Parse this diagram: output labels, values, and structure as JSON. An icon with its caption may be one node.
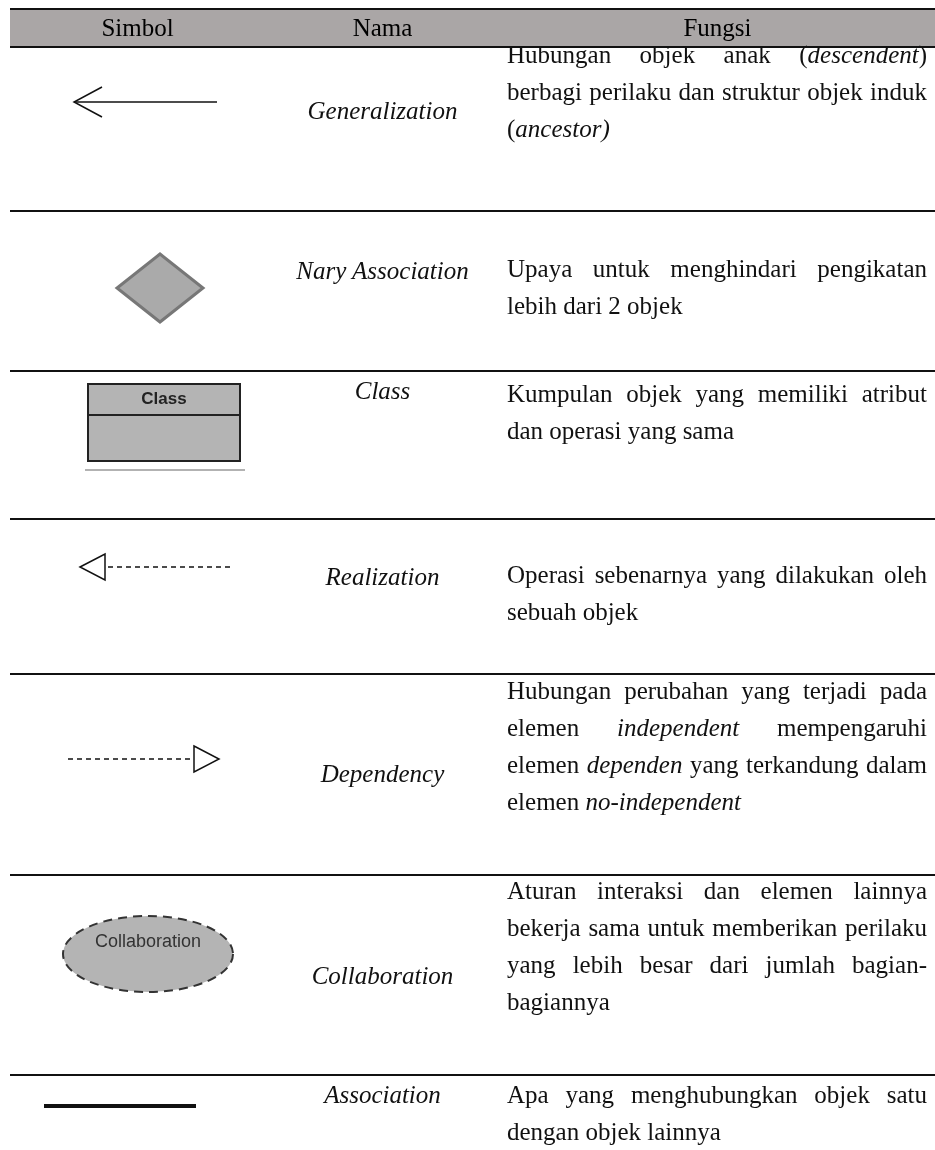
{
  "diagram": {
    "labels": [
      "Simbol",
      "Nama",
      "Fungsi",
      "Generalization",
      "Hubungan objek anak (*descendent*) berbagi perilaku dan struktur objek induk (*ancestor)*",
      "Nary Association",
      "Upaya untuk menghindari pengikatan lebih dari 2 objek",
      "Class",
      "Class",
      "Kumpulan objek yang memiliki atribut dan operasi yang sama",
      "Realization",
      "Operasi sebenarnya yang dilakukan oleh sebuah objek",
      "Dependency",
      "Hubungan perubahan yang terjadi pada elemen *independent* mempengaruhi elemen *dependen* yang terkandung dalam elemen *no-independent*",
      "Collaboration",
      "Collaboration",
      "Aturan interaksi dan elemen lainnya bekerja sama untuk memberikan perilaku yang lebih besar dari jumlah bagian-bagiannya",
      "Association",
      "Apa yang menghubungkan objek satu dengan objek lainnya"
    ]
  }
}
